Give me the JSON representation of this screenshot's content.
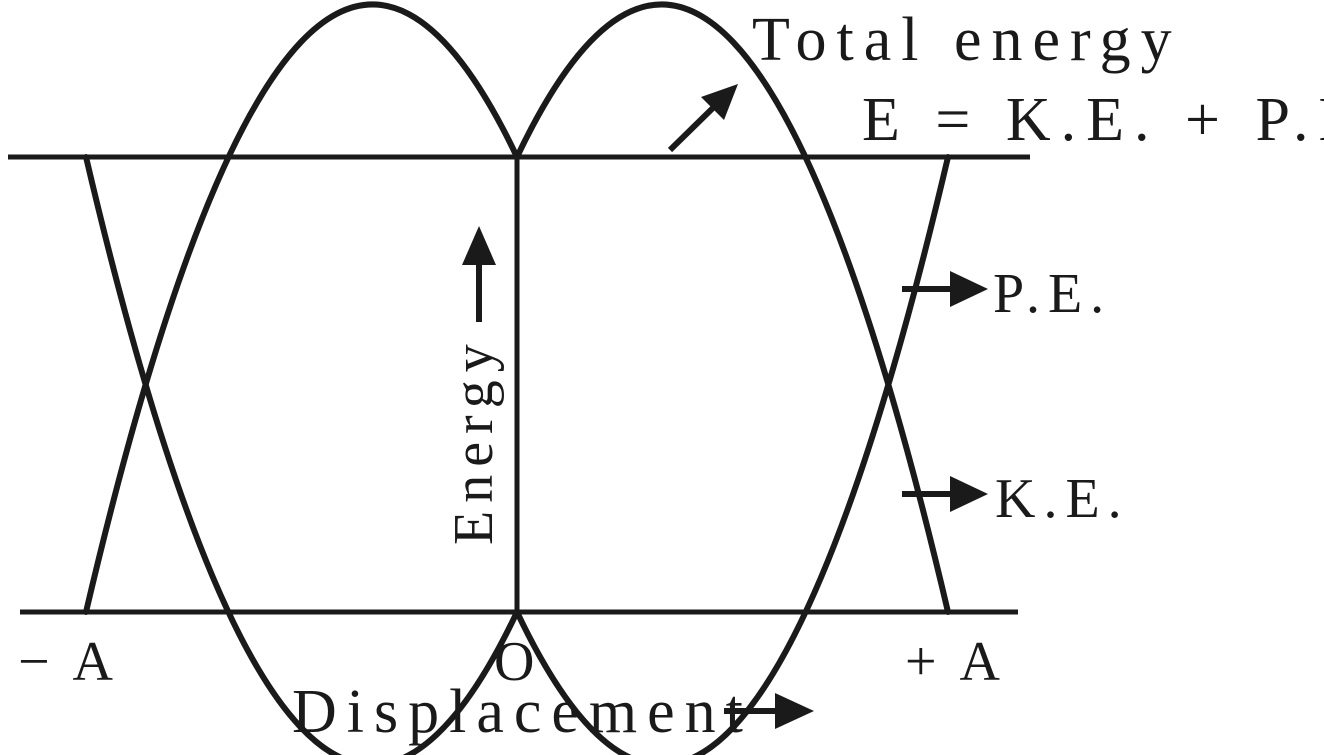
{
  "labels": {
    "total_energy_title": "Total energy",
    "total_energy_formula": "E = K.E. + P.E.",
    "pe": "P.E.",
    "ke": "K.E.",
    "y_axis": "Energy",
    "x_axis": "Displacement",
    "tick_neg": "− A",
    "tick_zero": "O",
    "tick_pos": "+ A"
  }
}
